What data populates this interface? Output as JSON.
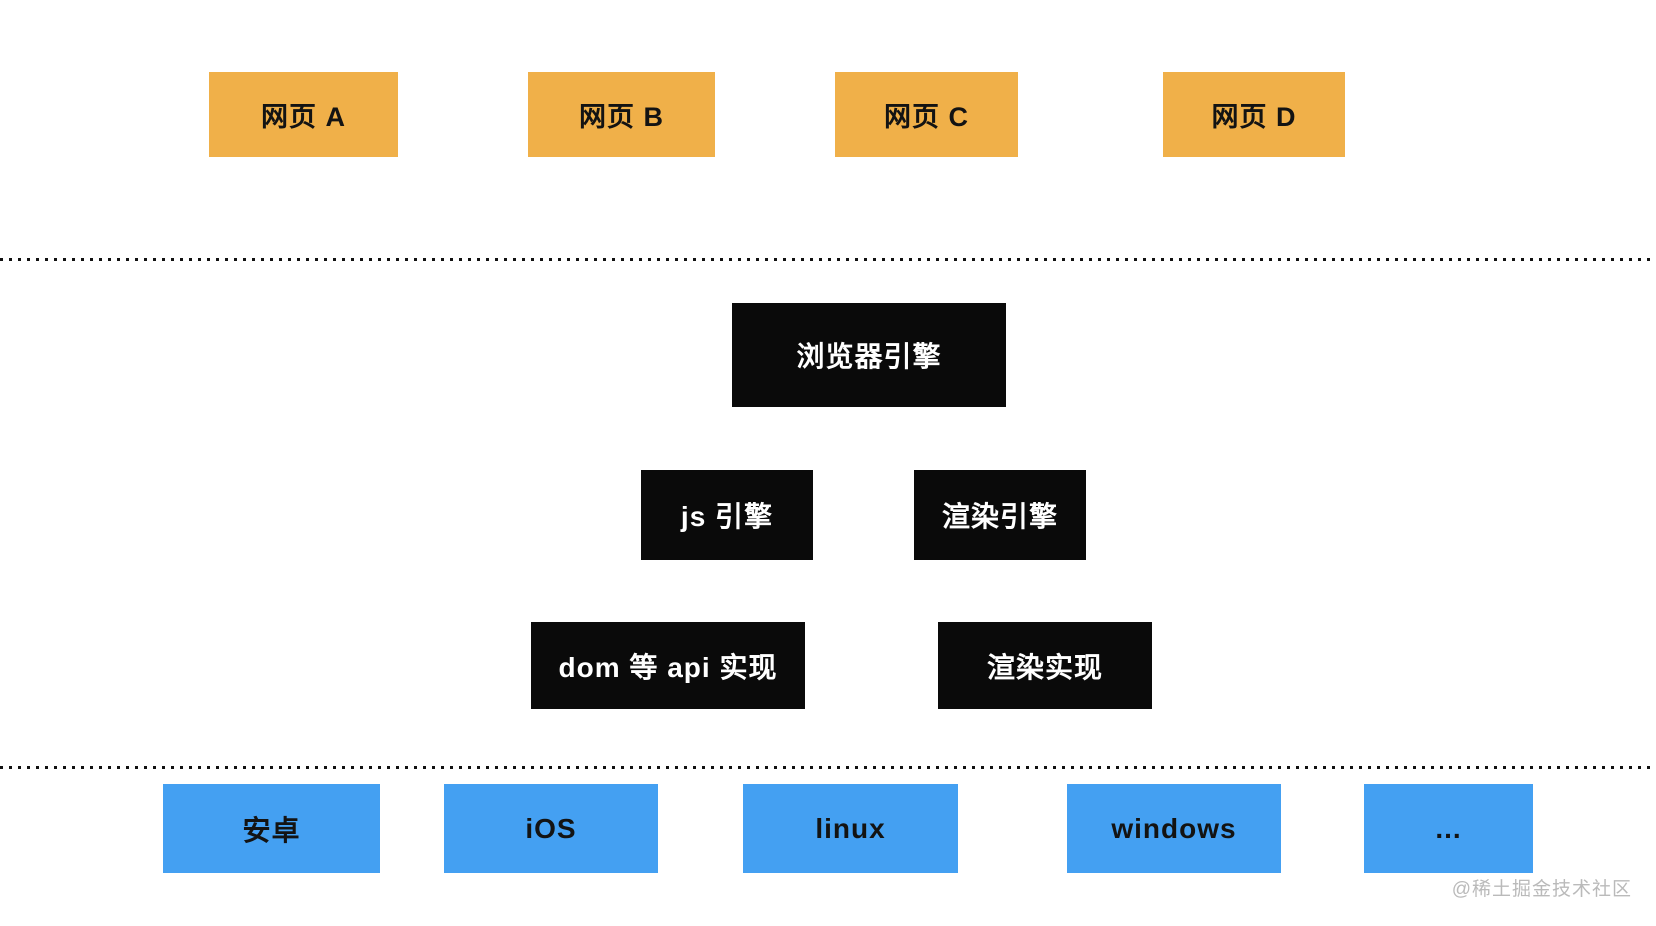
{
  "colors": {
    "webpage_fill": "#F0B049",
    "engine_fill": "#0A0A0A",
    "os_fill": "#44A0F2",
    "engine_text": "#FFFFFF",
    "label_text": "#131313",
    "divider": "#111111",
    "watermark": "#BABABA"
  },
  "layers": {
    "web_pages": {
      "items": [
        {
          "label": "网页 A"
        },
        {
          "label": "网页 B"
        },
        {
          "label": "网页 C"
        },
        {
          "label": "网页 D"
        }
      ]
    },
    "browser_engine": {
      "label": "浏览器引擎"
    },
    "engines": {
      "items": [
        {
          "label": "js 引擎"
        },
        {
          "label": "渲染引擎"
        }
      ]
    },
    "implementations": {
      "items": [
        {
          "label": "dom 等 api 实现"
        },
        {
          "label": "渲染实现"
        }
      ]
    },
    "operating_systems": {
      "items": [
        {
          "label": "安卓"
        },
        {
          "label": "iOS"
        },
        {
          "label": "linux"
        },
        {
          "label": "windows"
        },
        {
          "label": "..."
        }
      ]
    }
  },
  "watermark": {
    "text": "@稀土掘金技术社区"
  }
}
